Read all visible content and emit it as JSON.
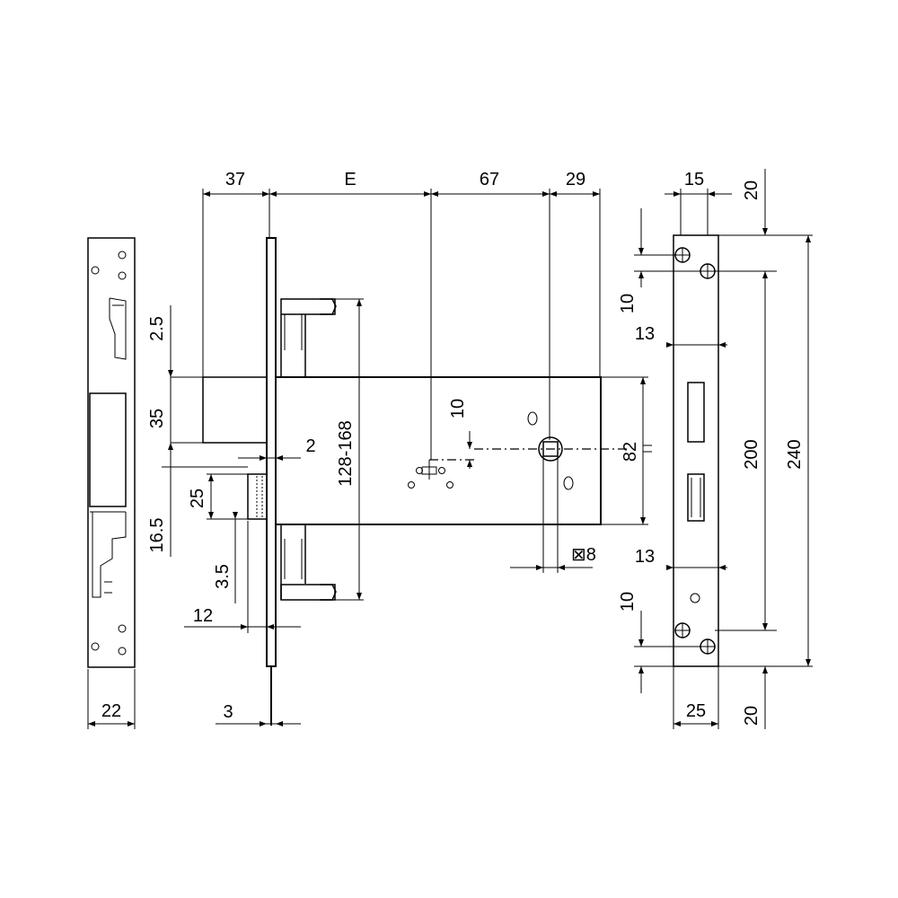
{
  "dimensions": {
    "top_37": "37",
    "top_E": "E",
    "top_67": "67",
    "top_29": "29",
    "d_2_5": "2.5",
    "d_35": "35",
    "d_25": "25",
    "d_16_5": "16.5",
    "d_3_5": "3.5",
    "d_12": "12",
    "d_3": "3",
    "d_22": "22",
    "d_2": "2",
    "d_128_168": "128-168",
    "d_10_mid": "10",
    "d_82": "82",
    "d_sq8": "⊠8",
    "r_15": "15",
    "r_20_top": "20",
    "r_10_top": "10",
    "r_13_top": "13",
    "r_200": "200",
    "r_240": "240",
    "r_13_bot": "13",
    "r_10_bot": "10",
    "r_25": "25",
    "r_20_bot": "20"
  }
}
